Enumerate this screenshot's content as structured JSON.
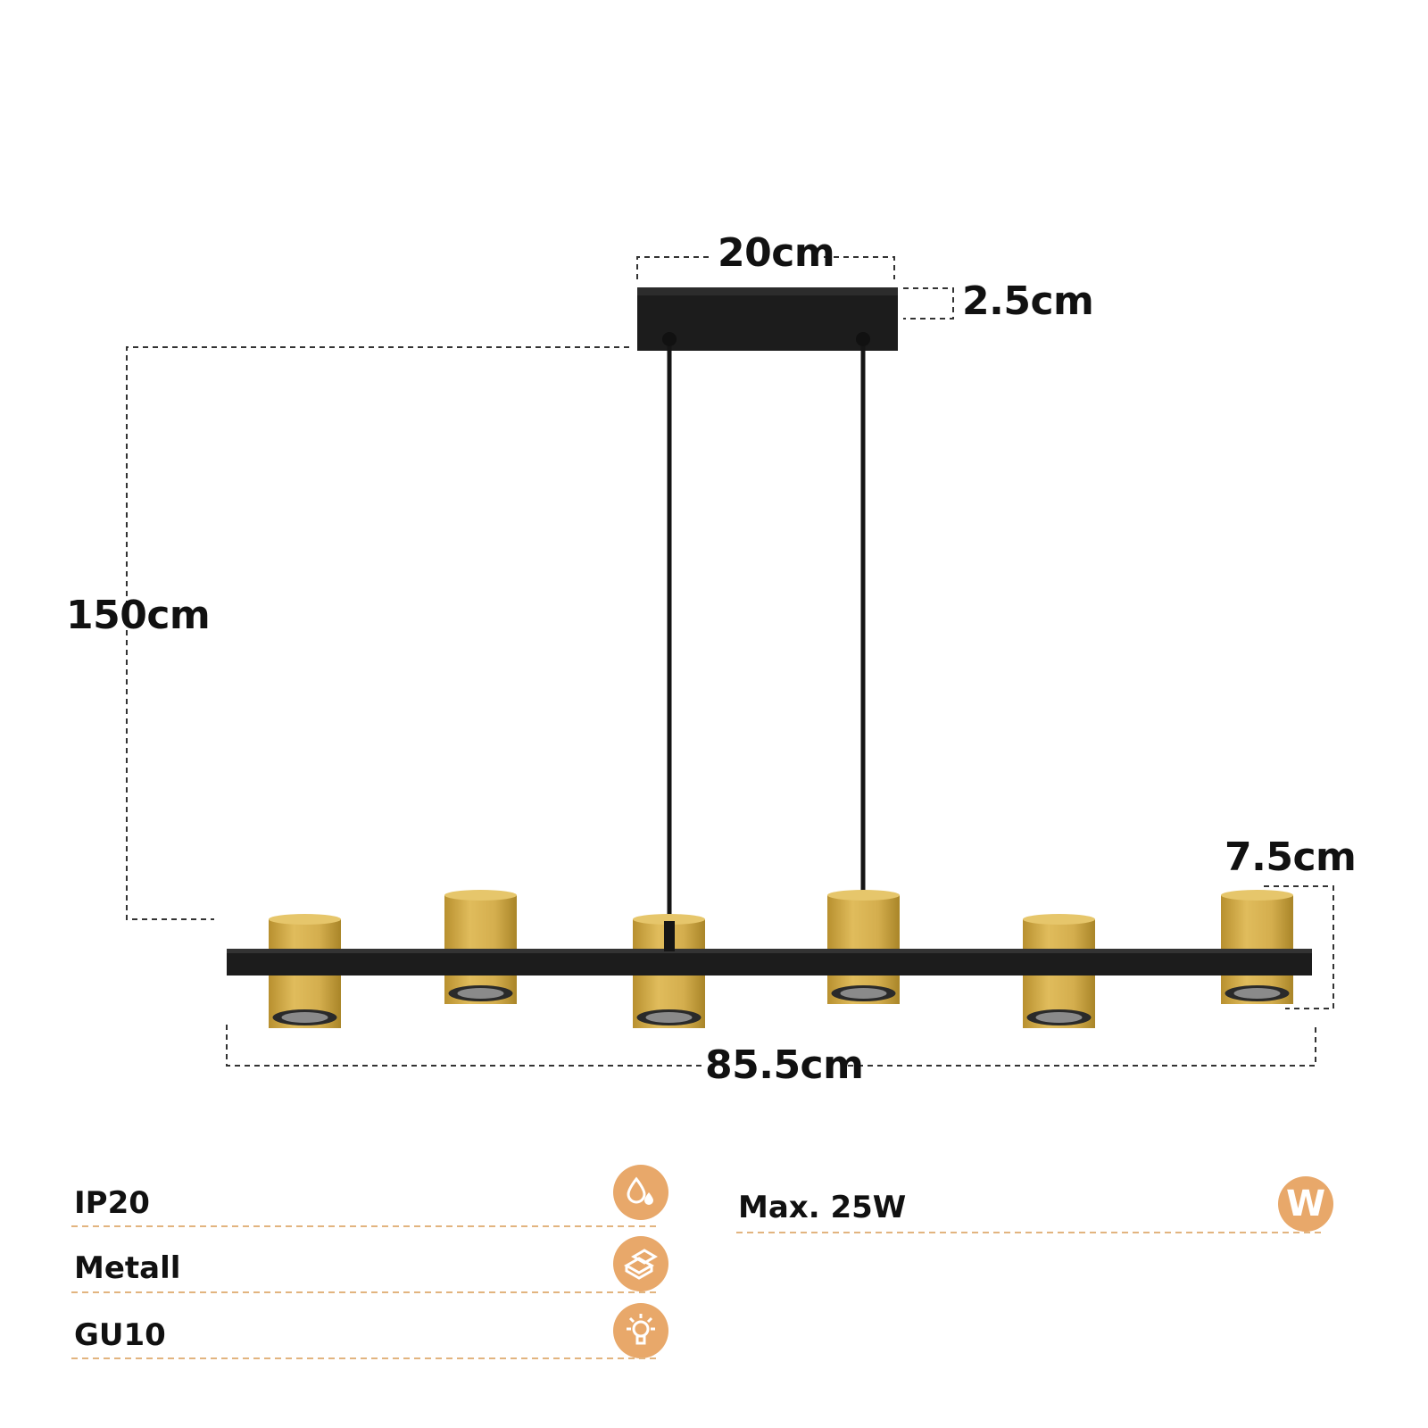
{
  "dimensions": {
    "canopy_width": "20cm",
    "canopy_height": "2.5cm",
    "cable_length": "150cm",
    "spot_height": "7.5cm",
    "bar_length": "85.5cm"
  },
  "specs_left": [
    {
      "label": "IP20",
      "icon": "water-drops-icon"
    },
    {
      "label": "Metall",
      "icon": "metal-bars-icon"
    },
    {
      "label": "GU10",
      "icon": "light-bulb-icon"
    }
  ],
  "specs_right": [
    {
      "label": "Max. 25W",
      "icon": "watt-icon",
      "icon_text": "W"
    }
  ],
  "colors": {
    "accent": "#E8A86A",
    "fixture_black": "#1c1c1c",
    "spot_gold": "#D4AE4E",
    "dashed_line_spec": "#E2B47F"
  }
}
